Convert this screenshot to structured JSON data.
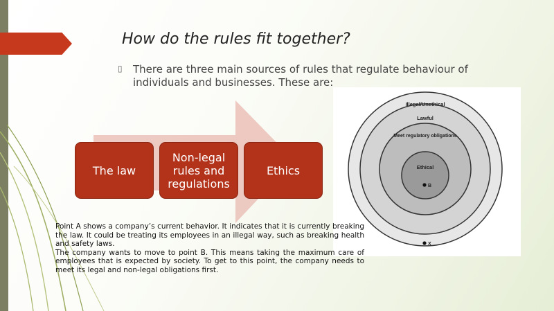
{
  "slide": {
    "title": "How do the rules fit together?",
    "bullet_marker": "▯",
    "bullet_text": "There are three main sources of rules that regulate behaviour of individuals and businesses. These are:"
  },
  "boxes": [
    {
      "label": "The law"
    },
    {
      "label": "Non-legal rules and regulations"
    },
    {
      "label": "Ethics"
    }
  ],
  "diagram": {
    "ring_labels": [
      "Illegal/Unethical",
      "Lawful",
      "Meet regulatory obligations",
      "Ethical"
    ],
    "point_b_label": "B",
    "point_a_label": "X"
  },
  "description": {
    "para1": "Point A shows a company’s current behavior. It indicates that it is currently breaking the law. It could be treating its employees in an illegal way, such as breaking health and safety laws.",
    "para2": "The company wants to move to point B. This means taking the maximum care of employees that is expected by society. To get to this point, the company needs to meet its legal and non-legal obligations first."
  },
  "colors": {
    "accent": "#c7391d",
    "box_fill": "#b2321a",
    "arrow_fill": "#e8b8b0",
    "left_bar": "#7d7f62",
    "stem_green": "#9fb066"
  }
}
